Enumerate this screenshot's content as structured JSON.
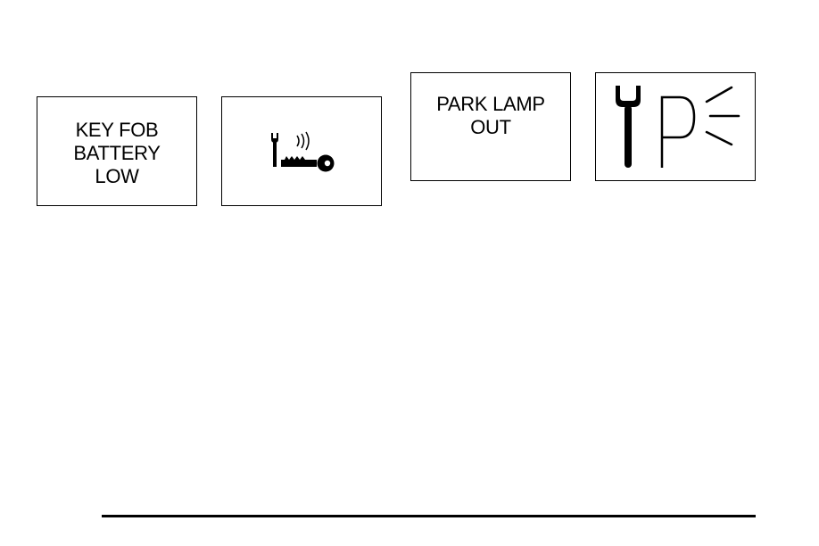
{
  "panels": [
    {
      "lines": [
        "KEY FOB",
        "BATTERY",
        "LOW"
      ]
    },
    {
      "icon": "wrench-key-fob-signal-icon"
    },
    {
      "lines": [
        "PARK LAMP",
        "OUT"
      ]
    },
    {
      "icon": "wrench-park-lamp-icon"
    }
  ],
  "colors": {
    "ink": "#000000",
    "background": "#ffffff"
  }
}
